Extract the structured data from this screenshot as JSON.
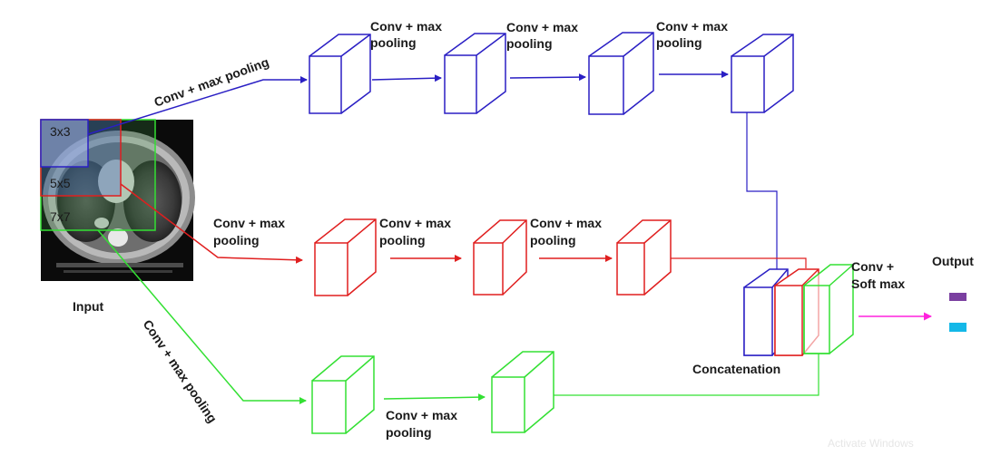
{
  "colors": {
    "blue": "#2a1fc4",
    "red": "#e01f1f",
    "green": "#33e033",
    "magenta": "#ff22dd",
    "output_purple": "#7a3fa0",
    "output_cyan": "#14b8e8"
  },
  "input": {
    "label": "Input",
    "kernels": {
      "k3": "3x3",
      "k5": "5x5",
      "k7": "7x7"
    }
  },
  "paths": {
    "blue_entry": "Conv + max  pooling",
    "red_entry": [
      "Conv + max",
      "pooling"
    ],
    "green_entry": "Conv + max pooling"
  },
  "stage_labels": {
    "blue": [
      [
        "Conv + max",
        "pooling"
      ],
      [
        "Conv + max",
        "pooling"
      ],
      [
        "Conv + max",
        "pooling"
      ]
    ],
    "red": [
      [
        "Conv + max",
        "pooling"
      ],
      [
        "Conv + max",
        "pooling"
      ]
    ],
    "green": [
      [
        "Conv + max",
        "pooling"
      ]
    ]
  },
  "concat_label": "Concatenation",
  "softmax_label": [
    "Conv +",
    "Soft max"
  ],
  "output_label": "Output",
  "watermark": "Activate Windows"
}
